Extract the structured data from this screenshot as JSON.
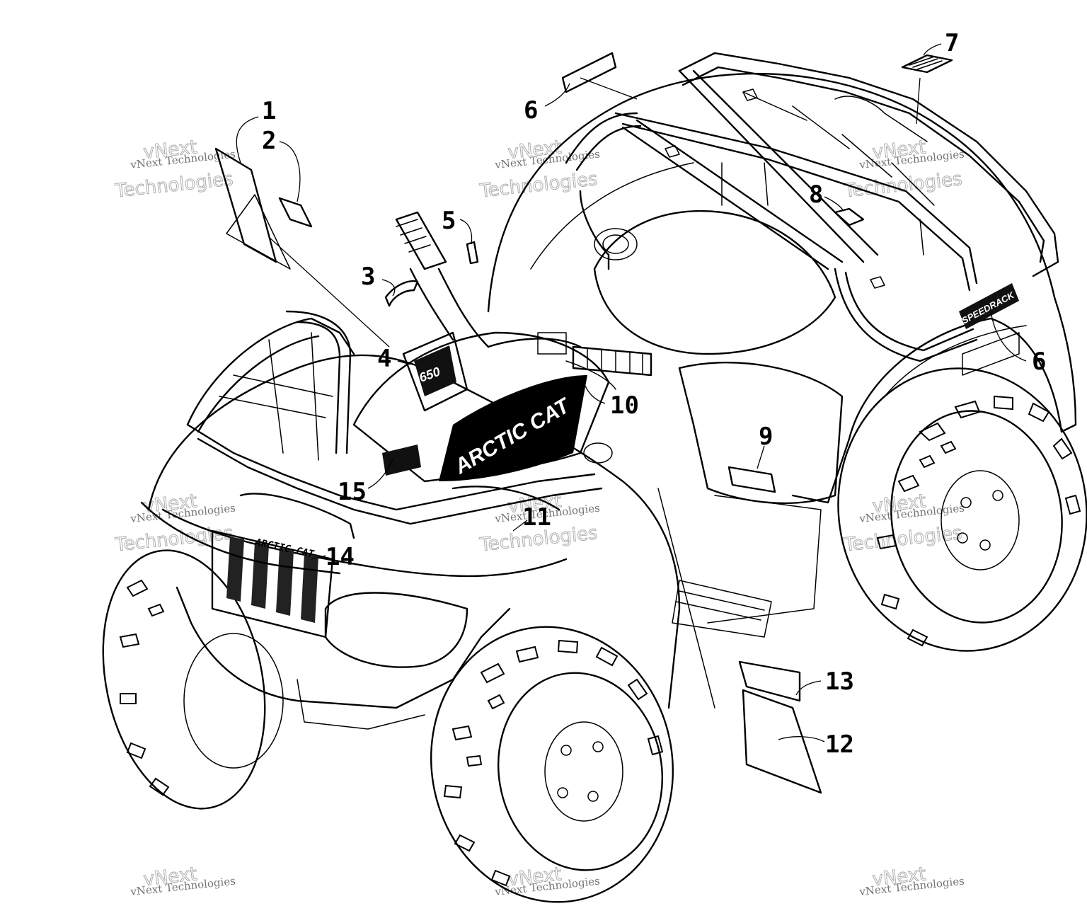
{
  "callouts": {
    "c1": "1",
    "c2": "2",
    "c3": "3",
    "c4": "4",
    "c5": "5",
    "c6a": "6",
    "c6b": "6",
    "c7": "7",
    "c8": "8",
    "c9": "9",
    "c10": "10",
    "c11": "11",
    "c12": "12",
    "c13": "13",
    "c14": "14",
    "c15": "15"
  },
  "decals": {
    "hood_brand": "ARCTIC CAT",
    "grille_brand": "ARCTIC CAT",
    "rack_brand": "SPEEDRACK",
    "console_model": "650"
  },
  "watermark": {
    "line1": "vNext Technologies",
    "big1": "vNext",
    "big2": "Technologies"
  },
  "colors": {
    "ink": "#000000",
    "paper": "#ffffff"
  }
}
